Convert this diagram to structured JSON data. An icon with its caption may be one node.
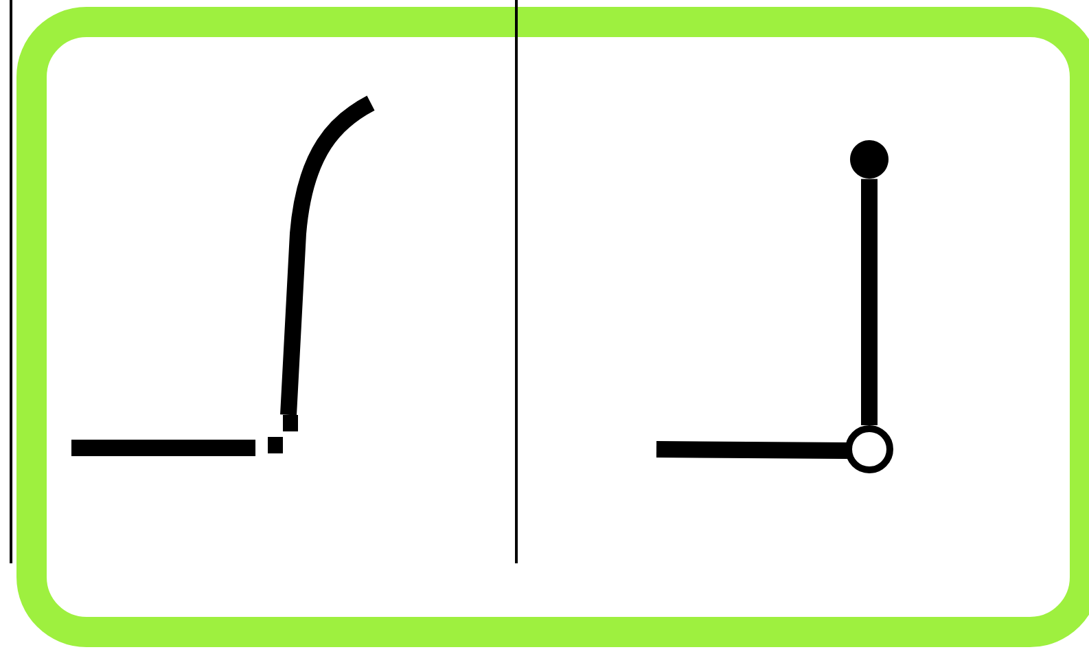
{
  "diagram": {
    "nodes": [
      {
        "text": [],
        "shape": "circle"
      },
      {
        "text": [],
        "shape": "circle"
      }
    ],
    "edges": [
      {
        "from": 1,
        "to": 0,
        "arrow": "none"
      }
    ]
  }
}
